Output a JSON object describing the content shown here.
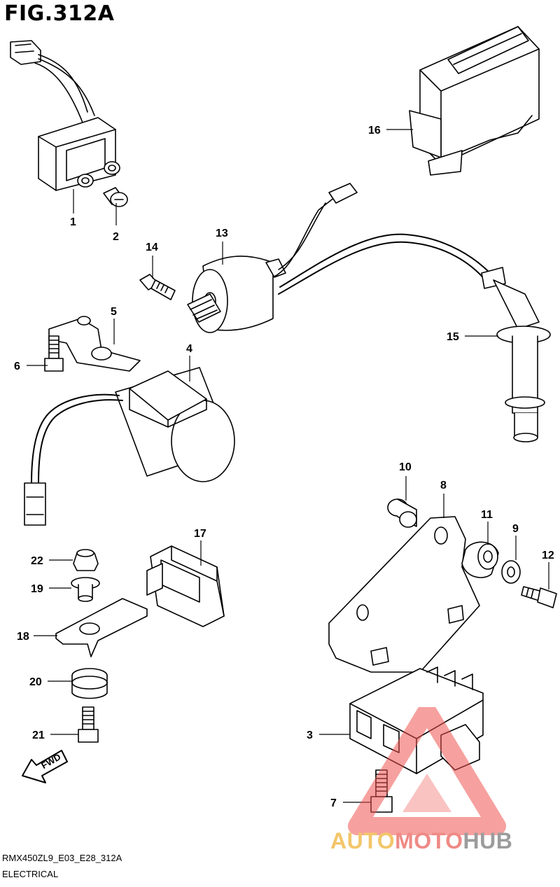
{
  "figure": {
    "title": "FIG.312A",
    "model_code": "RMX450ZL9_E03_E28_312A",
    "section": "ELECTRICAL"
  },
  "callouts": [
    {
      "id": "c1",
      "label": "1"
    },
    {
      "id": "c2",
      "label": "2"
    },
    {
      "id": "c3",
      "label": "3"
    },
    {
      "id": "c4",
      "label": "4"
    },
    {
      "id": "c5",
      "label": "5"
    },
    {
      "id": "c6",
      "label": "6"
    },
    {
      "id": "c7",
      "label": "7"
    },
    {
      "id": "c8",
      "label": "8"
    },
    {
      "id": "c9",
      "label": "9"
    },
    {
      "id": "c10",
      "label": "10"
    },
    {
      "id": "c11",
      "label": "11"
    },
    {
      "id": "c12",
      "label": "12"
    },
    {
      "id": "c13",
      "label": "13"
    },
    {
      "id": "c14",
      "label": "14"
    },
    {
      "id": "c15",
      "label": "15"
    },
    {
      "id": "c16",
      "label": "16"
    },
    {
      "id": "c17",
      "label": "17"
    },
    {
      "id": "c18",
      "label": "18"
    },
    {
      "id": "c19",
      "label": "19"
    },
    {
      "id": "c20",
      "label": "20"
    },
    {
      "id": "c21",
      "label": "21"
    },
    {
      "id": "c22",
      "label": "22"
    }
  ],
  "direction_badge": {
    "label": "FWD"
  },
  "watermark": {
    "part1": "AUTO",
    "part2": "MOTO",
    "part3": "HUB",
    "colors": {
      "part1": "#f3c66b",
      "part2": "#ef8a86",
      "part3": "#9c9c9c",
      "triangle": "#ef5350"
    }
  }
}
